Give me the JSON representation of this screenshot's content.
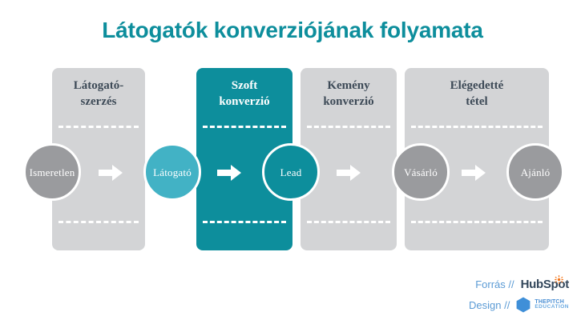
{
  "title": "Látogatók konverziójának folyamata",
  "colors": {
    "title_teal": "#0d8e9c",
    "panel_grey": "#d3d4d6",
    "panel_teal": "#0d8e9c",
    "node_grey": "#9a9b9e",
    "node_light_teal": "#42b2c5",
    "node_teal": "#0d8e9c",
    "header_text": "#3d4a57",
    "credit_text": "#5b9bd5",
    "hubspot_navy": "#33475b",
    "hubspot_orange": "#f5761a",
    "pitch_blue": "#4a8fd4",
    "dash_white": "#ffffff"
  },
  "stages": [
    {
      "label": "Látogató-\nszerzés",
      "accent": false
    },
    {
      "label": "Szoft\nkonverzió",
      "accent": true
    },
    {
      "label": "Kemény\nkonverzió",
      "accent": false
    },
    {
      "label": "Elégedetté\ntétel",
      "accent": false
    }
  ],
  "nodes": [
    {
      "label": "Ismeretlen",
      "style": "grey"
    },
    {
      "label": "Látogató",
      "style": "lightteal"
    },
    {
      "label": "Lead",
      "style": "teal"
    },
    {
      "label": "Vásárló",
      "style": "grey"
    },
    {
      "label": "Ajánló",
      "style": "grey"
    }
  ],
  "arrows": [
    {
      "name": "arrow-ismeretlen-to-latogato"
    },
    {
      "name": "arrow-latogato-to-lead"
    },
    {
      "name": "arrow-lead-to-vasarlo"
    },
    {
      "name": "arrow-vasarlo-to-ajanlo"
    }
  ],
  "credits": {
    "source_label": "Forrás //",
    "source_logo": "HubSpot",
    "source_logo_part1": "HubSp",
    "source_logo_part2": "t",
    "design_label": "Design //",
    "design_logo_line1": "THEPITCH",
    "design_logo_line2": "EDUCATION"
  }
}
